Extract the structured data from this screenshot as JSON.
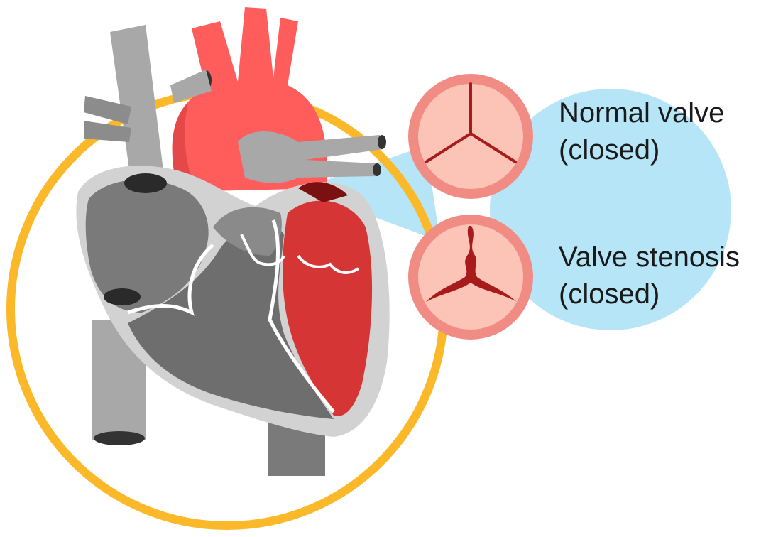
{
  "labels": {
    "normal_line1": "Normal valve",
    "normal_line2": "(closed)",
    "stenosis_line1": "Valve stenosis",
    "stenosis_line2": "(closed)"
  },
  "colors": {
    "highlight_ring": "#FBB829",
    "callout_bg": "#B5E5F7",
    "aorta_red": "#FF5C5C",
    "left_ventricle_red": "#D63535",
    "vein_gray": "#A8A8A8",
    "chamber_gray": "#6E6E6E",
    "valve_rim": "#F08C84",
    "valve_leaflet": "#FCC3B7",
    "valve_line": "#A81B1B"
  }
}
